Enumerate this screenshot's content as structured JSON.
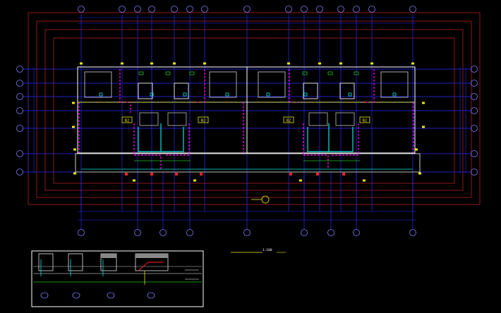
{
  "drawing": {
    "colors": {
      "background": "#000000",
      "axis_line": "#2a2aff",
      "axis_bubble": "#7a7aff",
      "border": "#b02020",
      "wall": "#ffffff",
      "magenta": "#ff00ff",
      "cyan": "#00e5e5",
      "yellow": "#e8e800",
      "green": "#20c020",
      "red": "#ff2020"
    },
    "room_tags": [
      "B2",
      "B2",
      "B2",
      "B2"
    ],
    "plan_title": "",
    "plan_scale": "1:100",
    "legend_caption": "",
    "detail_heights": [
      "",
      ""
    ],
    "detail_labels": [
      "",
      "",
      "",
      ""
    ]
  }
}
